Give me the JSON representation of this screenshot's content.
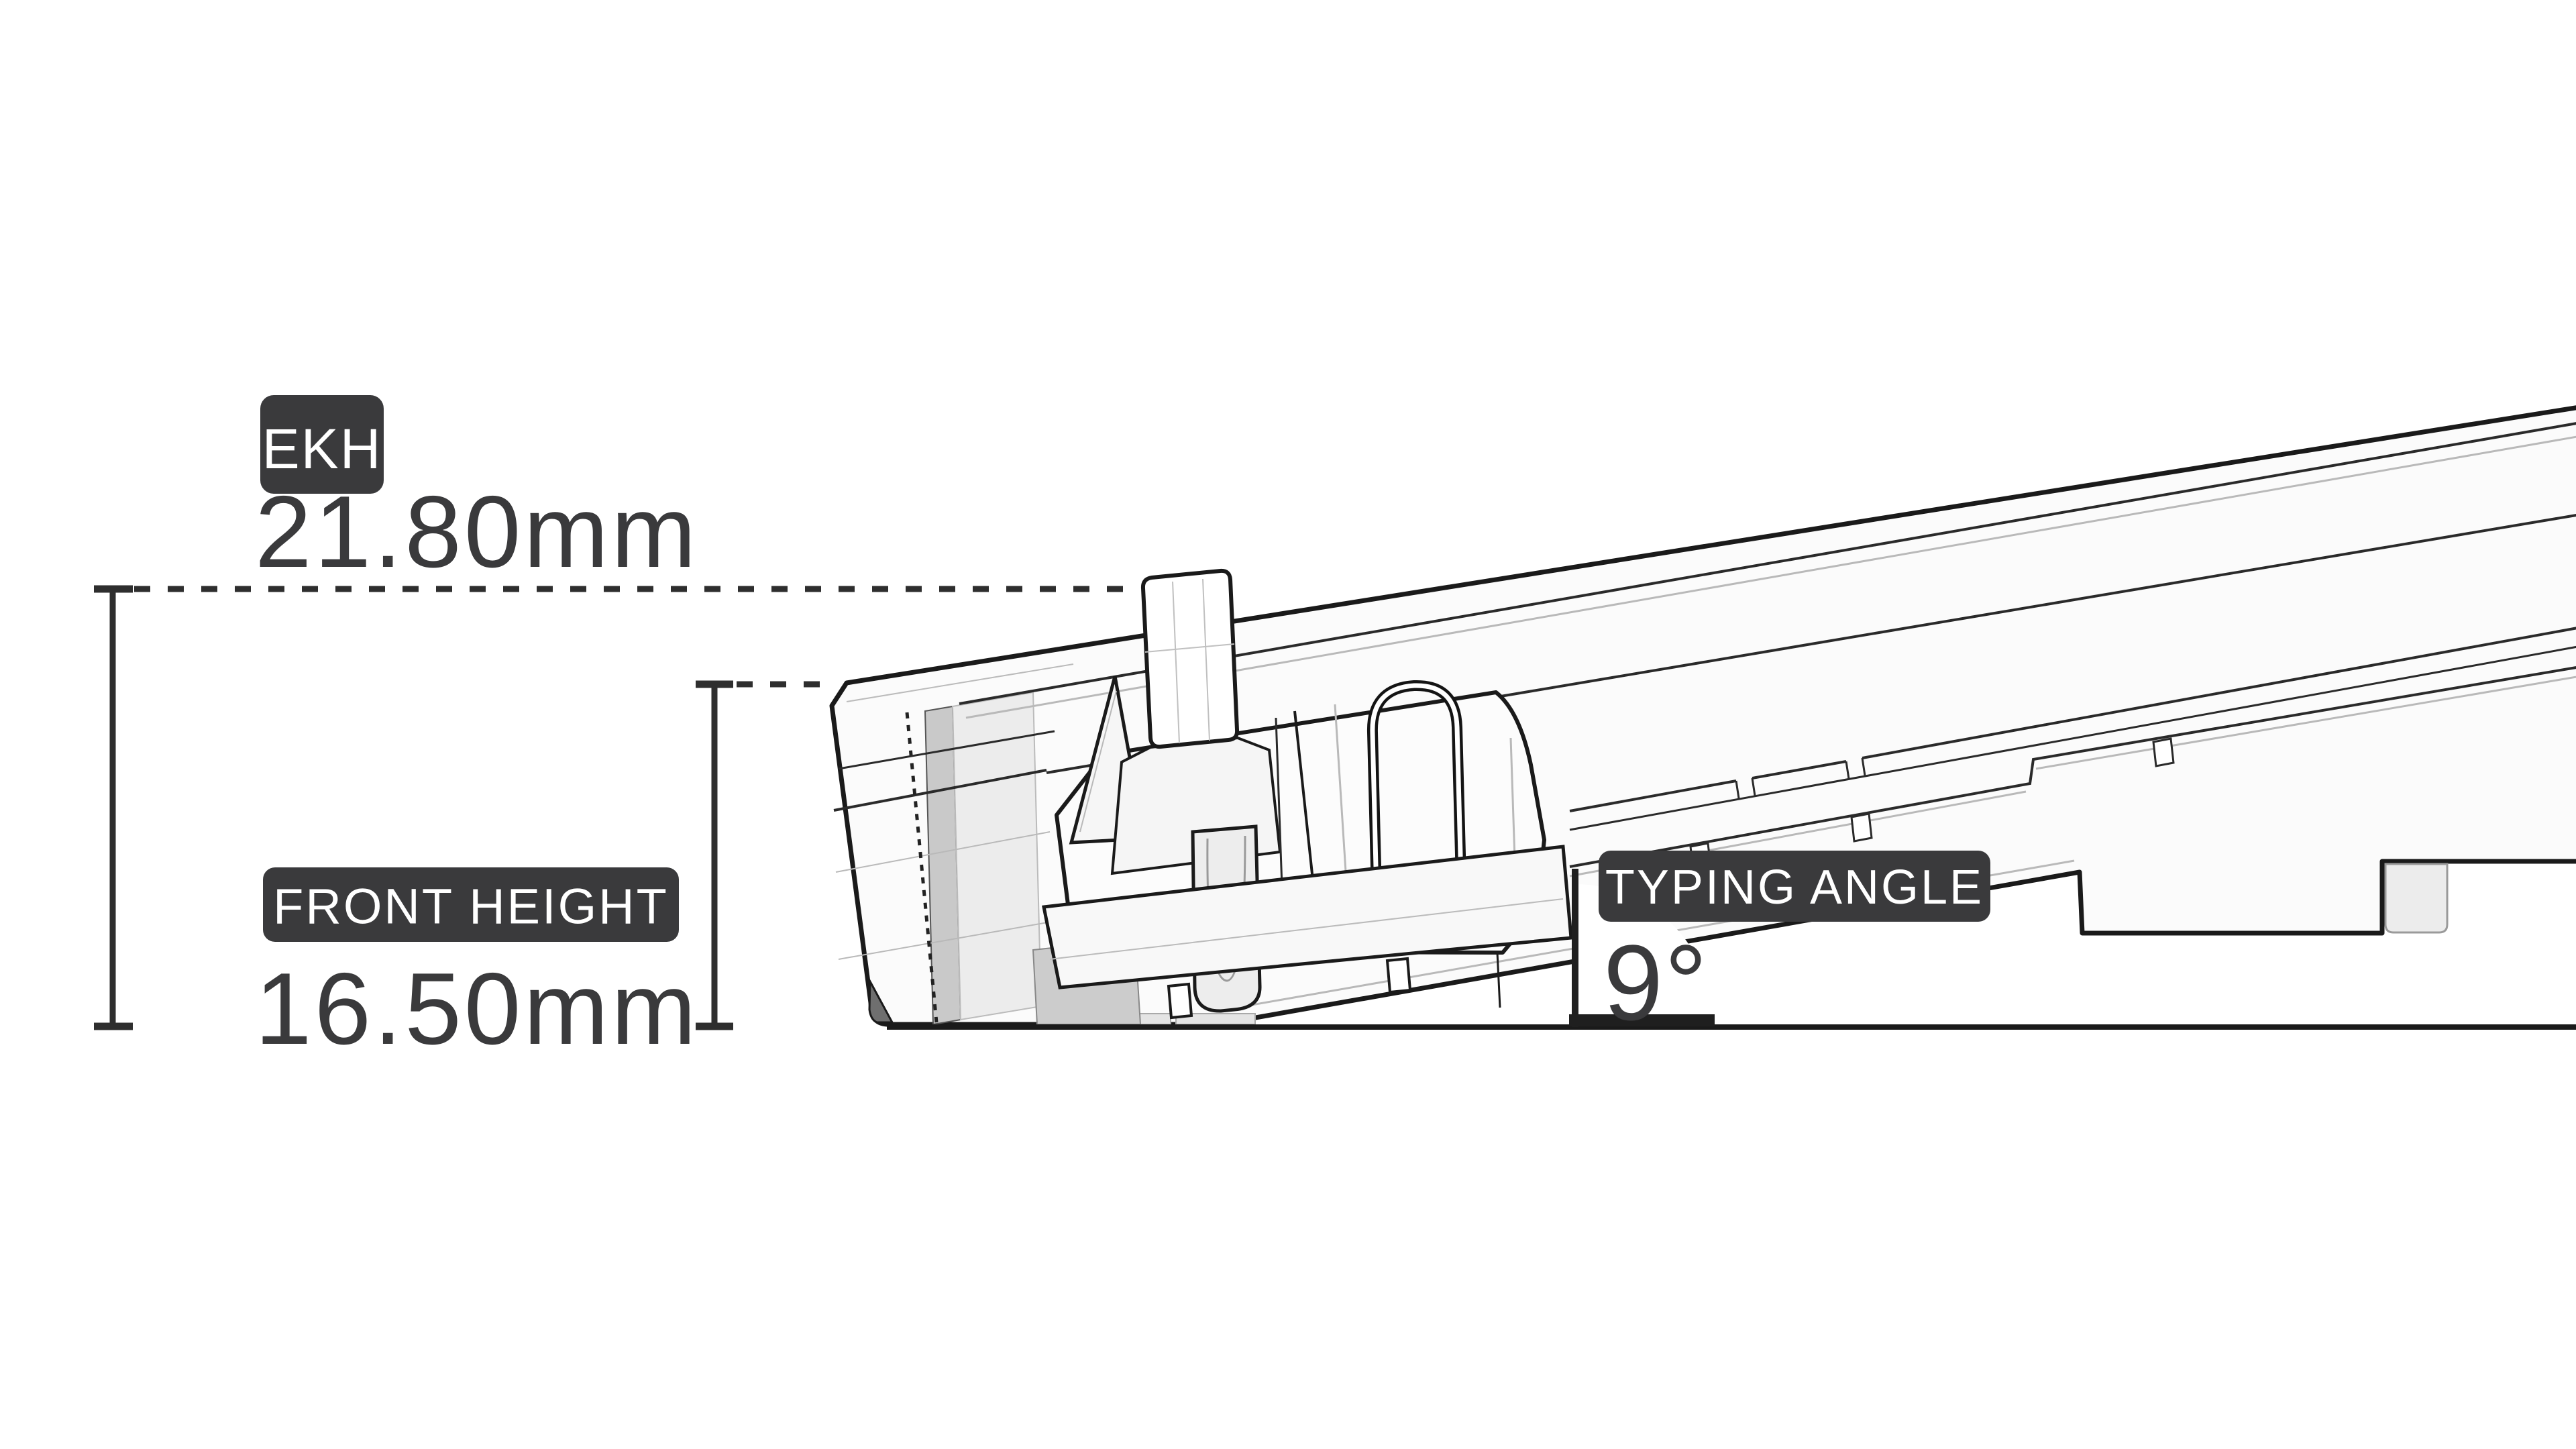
{
  "illustration": {
    "subject": "keyboard-cross-section-side-view",
    "style": "monochrome CAD line drawing"
  },
  "annotations": {
    "ekh": {
      "label": "EKH",
      "value": "21.80mm"
    },
    "front_height": {
      "label": "FRONT HEIGHT",
      "value": "16.50mm"
    },
    "typing_angle": {
      "label": "TYPING ANGLE",
      "value": "9°"
    }
  },
  "colors": {
    "background": "#ffffff",
    "badge_bg": "#3a3a3c",
    "badge_text": "#ffffff",
    "measure_text": "#3a3a3c",
    "dimension_line": "#2e2e2e",
    "drawing_outline": "#1a1a1a",
    "drawing_light_line": "#b9b9b9"
  }
}
